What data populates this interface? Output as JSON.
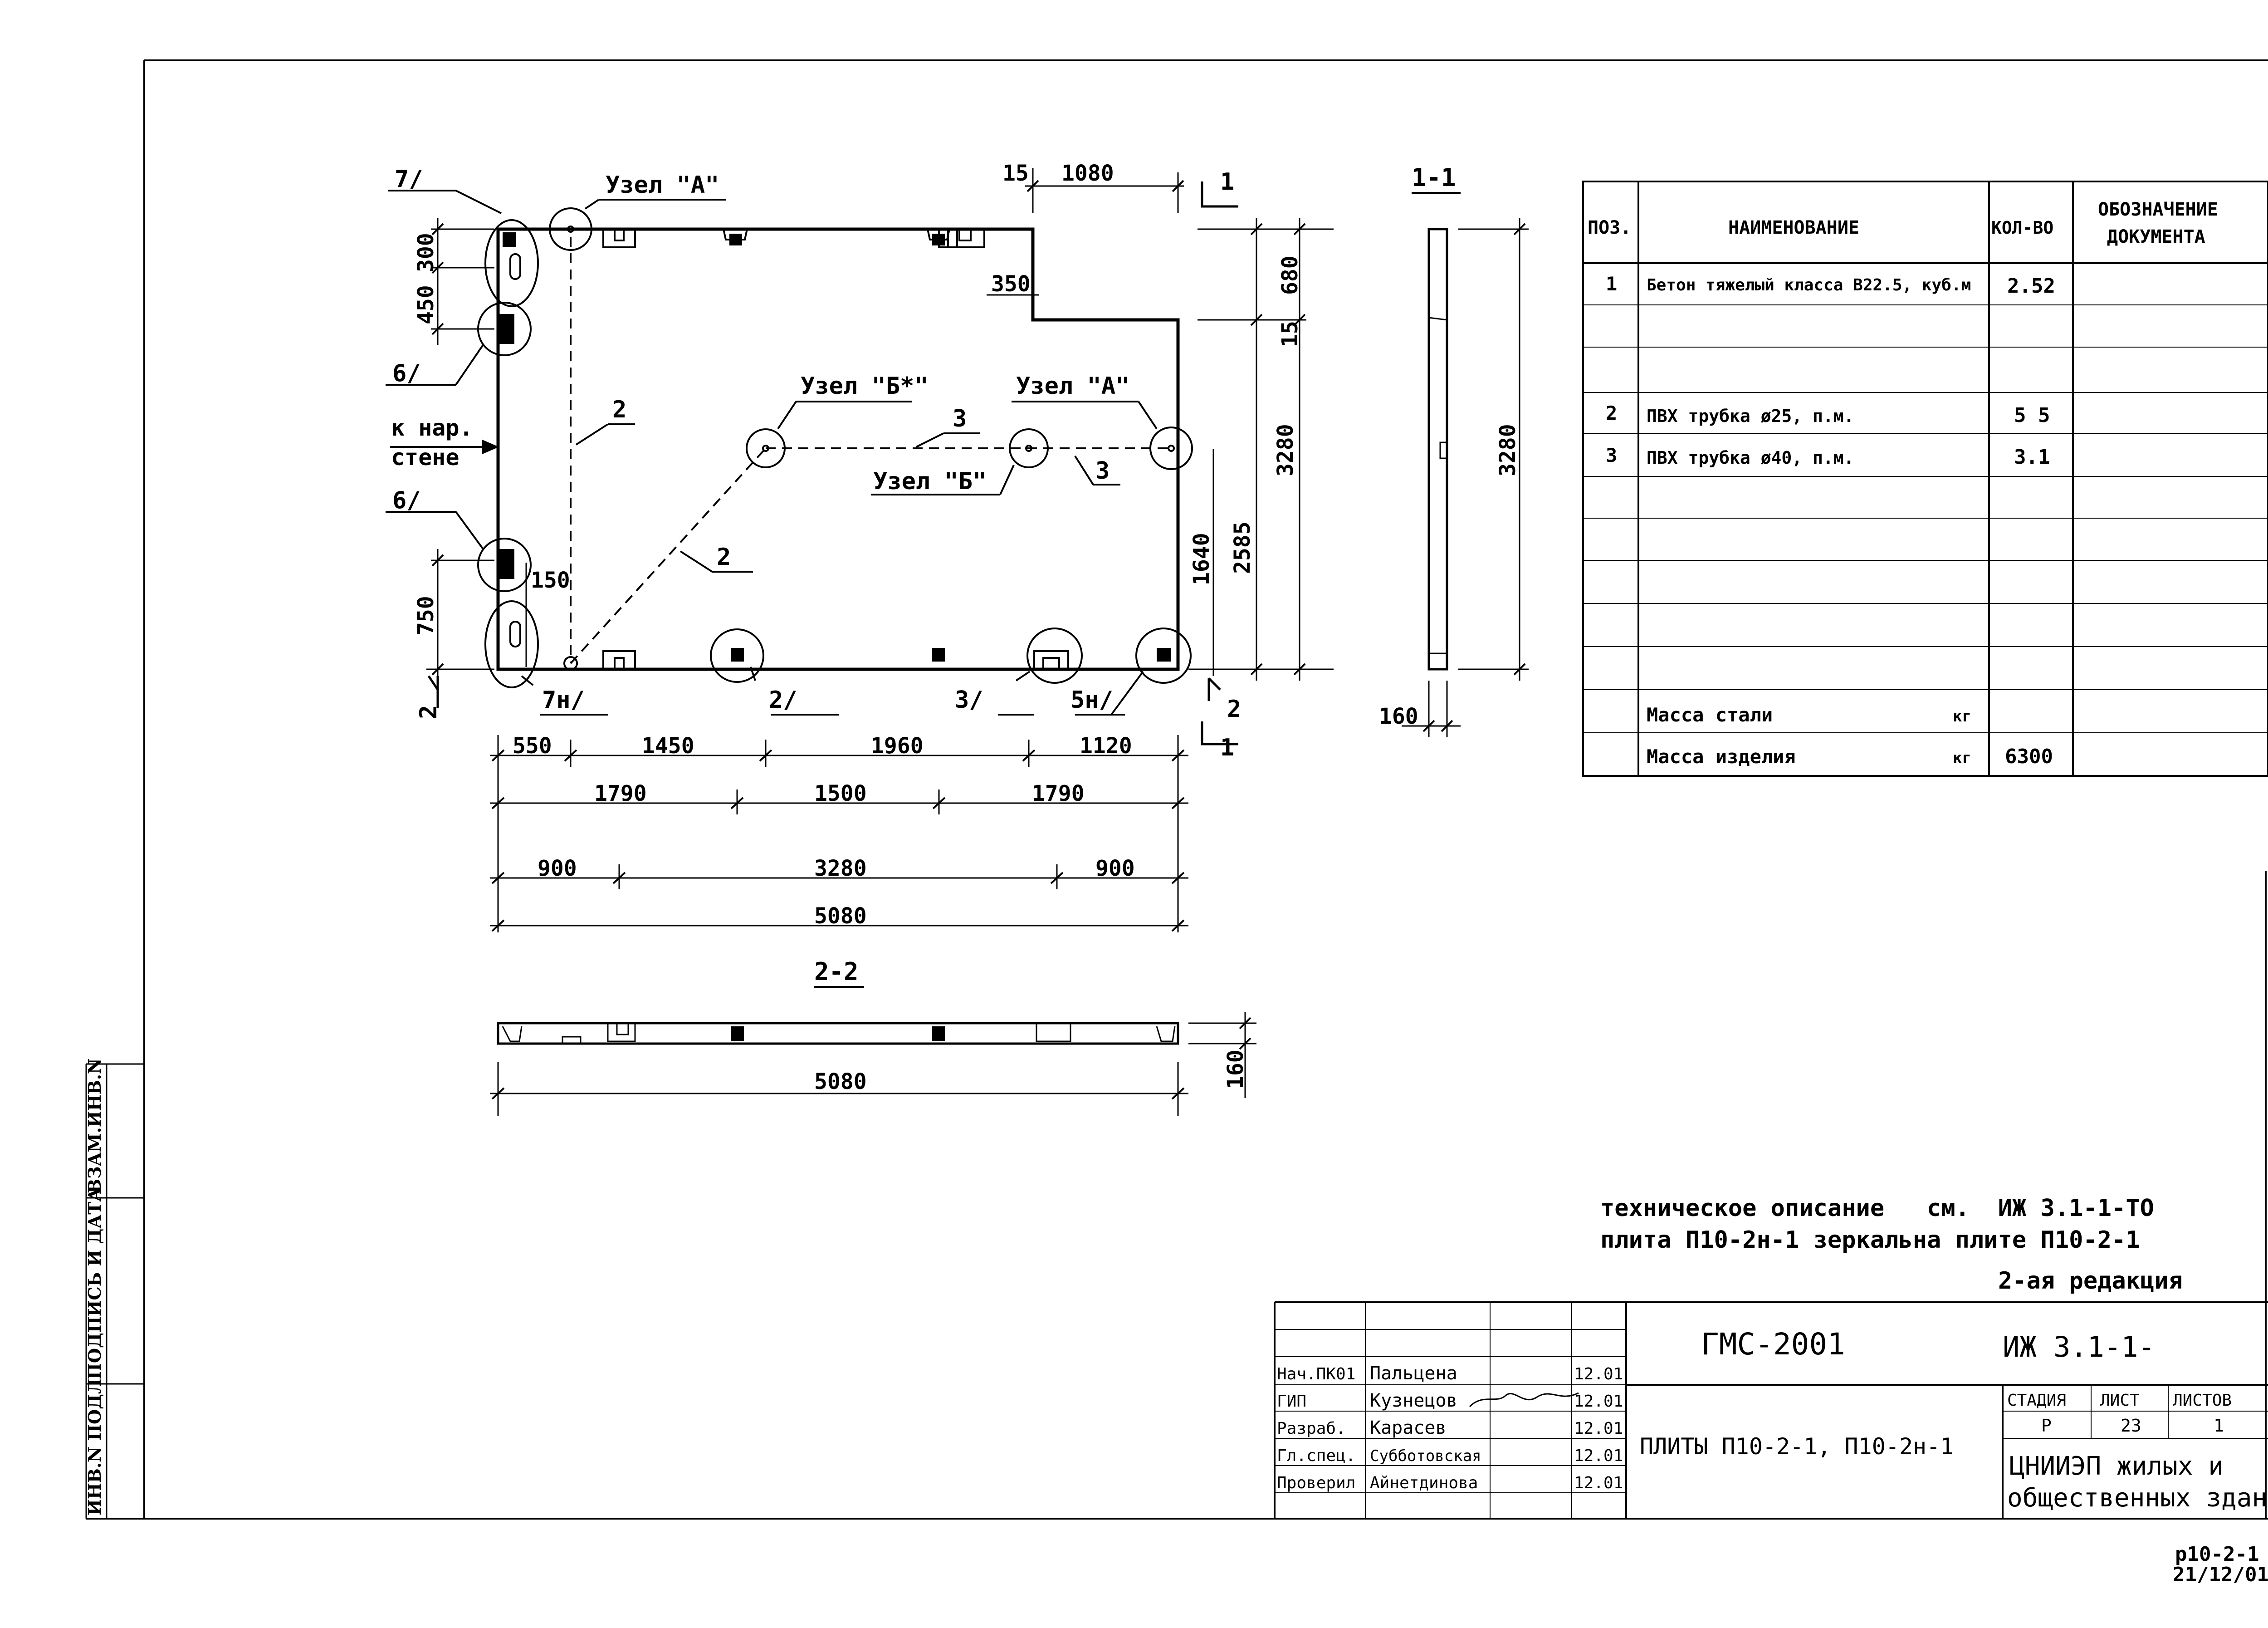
{
  "plan": {
    "callouts": {
      "c7": "7/",
      "c6a": "6/",
      "c6b": "6/",
      "c7n": "7н/",
      "c2": "2/",
      "c3": "3/",
      "c5n": "5н/"
    },
    "nodes": {
      "a1": "Узел \"А\"",
      "a2": "Узел \"А\"",
      "b_star": "Узел \"Б*\"",
      "b": "Узел \"Б\""
    },
    "pipes": {
      "p2a": "2",
      "p2b": "2",
      "p3a": "3",
      "p3b": "3"
    },
    "wall_note": {
      "line1": "к нар.",
      "line2": "стене"
    },
    "section_marks": {
      "m1_top": "1",
      "m1_bot": "1",
      "m2_left": "2",
      "m2_right": "2"
    },
    "dims": {
      "d15": "15",
      "d1080": "1080",
      "d350": "350",
      "d680": "680",
      "d15b": "15",
      "d3280v": "3280",
      "d2585": "2585",
      "d1640": "1640",
      "d300": "300",
      "d450": "450",
      "d750": "750",
      "d150": "150",
      "d550": "550",
      "d1450": "1450",
      "d1960": "1960",
      "d1120": "1120",
      "d1790a": "1790",
      "d1500": "1500",
      "d1790b": "1790",
      "d900a": "900",
      "d3280h": "3280",
      "d900b": "900",
      "d5080": "5080"
    }
  },
  "section11": {
    "title": "1-1",
    "dim_height": "3280",
    "dim_thick": "160"
  },
  "section22": {
    "title": "2-2",
    "dim_length": "5080",
    "dim_thick": "160"
  },
  "spec": {
    "headers": {
      "pos": "ПОЗ.",
      "name": "НАИМЕНОВАНИЕ",
      "qty": "КОЛ-ВО",
      "doc1": "ОБОЗНАЧЕНИЕ",
      "doc2": "ДОКУМЕНТА"
    },
    "rows": [
      {
        "pos": "1",
        "name": "Бетон тяжелый класса В22.5, куб.м",
        "qty": "2.52"
      },
      {
        "pos": "2",
        "name": "ПВХ трубка ø25, п.м.",
        "qty": "5 5"
      },
      {
        "pos": "3",
        "name": "ПВХ трубка ø40, п.м.",
        "qty": "3.1"
      }
    ],
    "steel": {
      "label": "Масса стали",
      "unit": "кг",
      "value": ""
    },
    "mass": {
      "label": "Масса изделия",
      "unit": "кг",
      "value": "6300"
    }
  },
  "notes": {
    "line1": "техническое описание   см.  ИЖ 3.1-1-ТО",
    "line2": "плита П10-2н-1 зеркальна плите П10-2-1",
    "line3": "2-ая редакция"
  },
  "stamp": {
    "rows": [
      {
        "role": "Нач.ПК01",
        "person": "Пальцена",
        "date": "12.01"
      },
      {
        "role": "ГИП",
        "person": "Кузнецов",
        "date": "12.01"
      },
      {
        "role": "Разраб.",
        "person": "Карасев",
        "date": "12.01"
      },
      {
        "role": "Гл.спец.",
        "person": "Субботовская",
        "date": "12.01"
      },
      {
        "role": "Проверил",
        "person": "Айнетдинова",
        "date": "12.01"
      }
    ],
    "code1": "ГМС-2001",
    "code2": "ИЖ 3.1-1-",
    "title": "ПЛИТЫ П10-2-1, П10-2н-1",
    "stage_h": "СТАДИЯ",
    "sheet_h": "ЛИСТ",
    "sheets_h": "ЛИСТОВ",
    "stage": "Р",
    "sheet": "23",
    "sheets": "1",
    "org1": "ЦНИИЭП жилых и",
    "org2": "общественных зданий"
  },
  "side": {
    "inv_orig": "ИНВ.N ПОДЛ",
    "sign_date": "ПОДПИСЬ И ДАТА",
    "inv_repl": "ВЗАМ.ИНВ.N"
  },
  "footer": {
    "code": "p10-2-1",
    "date": "21/12/01"
  }
}
